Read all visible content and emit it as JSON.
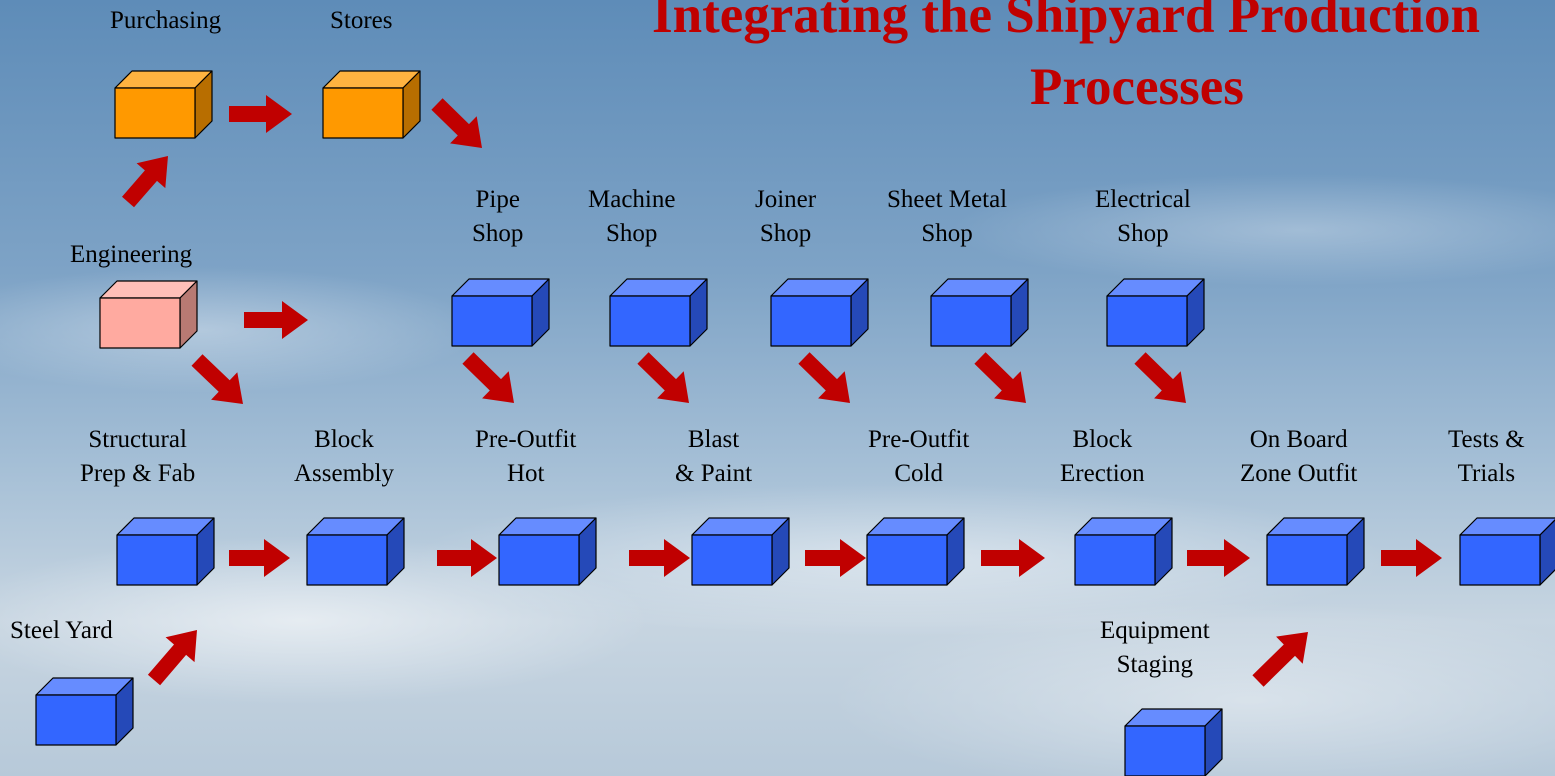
{
  "title": {
    "line1": "Integrating the Shipyard Production",
    "line2": "Processes"
  },
  "colors": {
    "title": "#c00000",
    "arrow": "#c00000",
    "box_blue": "#3366ff",
    "box_orange": "#ff9900",
    "box_pink": "#ffaaa0"
  },
  "labels": {
    "purchasing": "Purchasing",
    "stores": "Stores",
    "engineering": "Engineering",
    "pipe_shop": "Pipe\nShop",
    "machine_shop": "Machine\nShop",
    "joiner_shop": "Joiner\nShop",
    "sheet_metal_shop": "Sheet Metal\nShop",
    "electrical_shop": "Electrical\nShop",
    "structural": "Structural\nPrep & Fab",
    "block_assembly": "Block\nAssembly",
    "pre_outfit_hot": "Pre-Outfit\nHot",
    "blast_paint": "Blast\n& Paint",
    "pre_outfit_cold": "Pre-Outfit\nCold",
    "block_erection": "Block\nErection",
    "on_board": "On Board\nZone Outfit",
    "tests_trials": "Tests &\nTrials",
    "steel_yard": "Steel Yard",
    "equipment_staging": "Equipment\nStaging"
  }
}
